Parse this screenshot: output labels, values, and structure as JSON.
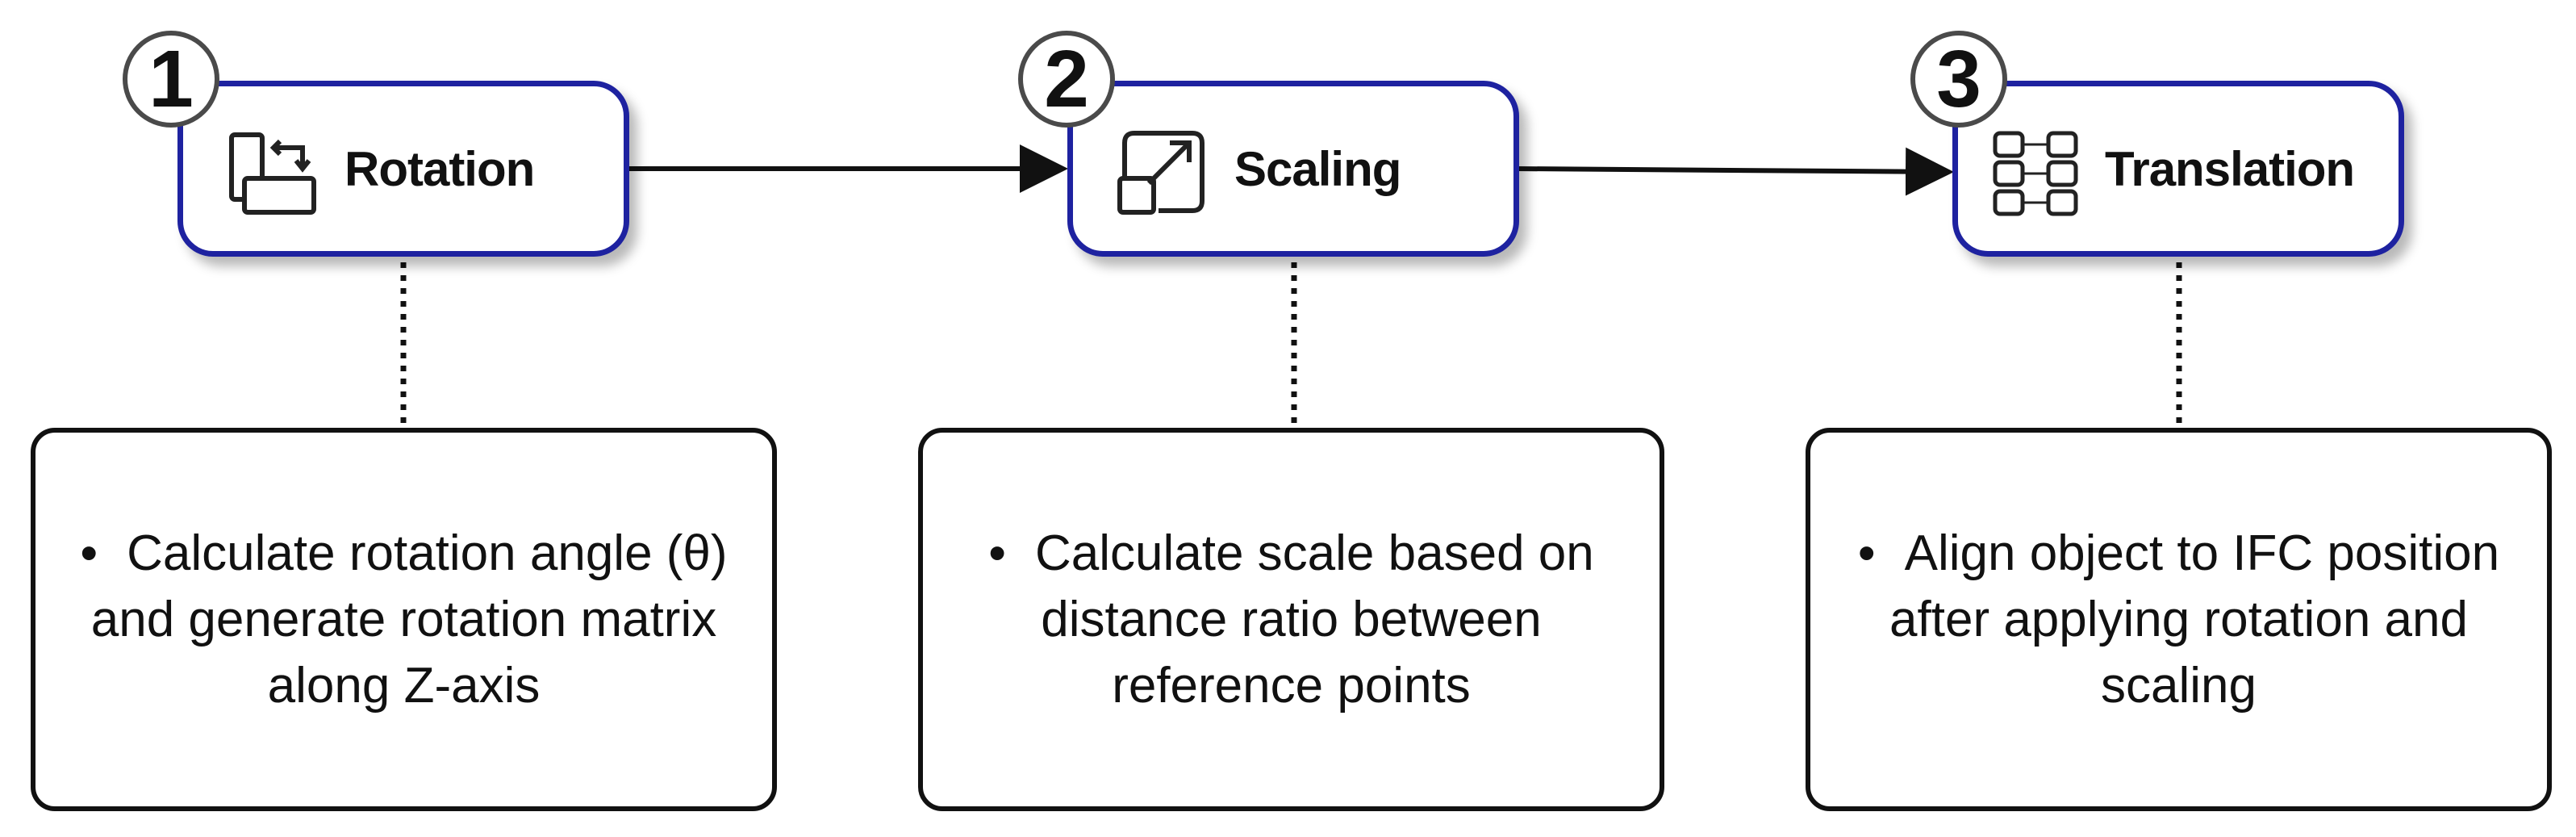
{
  "steps": [
    {
      "number": "1",
      "label": "Rotation",
      "icon": "rotate-icon",
      "description": "Calculate rotation angle (θ) and generate rotation matrix along Z-axis"
    },
    {
      "number": "2",
      "label": "Scaling",
      "icon": "scale-icon",
      "description": "Calculate scale based on distance ratio between reference points"
    },
    {
      "number": "3",
      "label": "Translation",
      "icon": "translate-icon",
      "description": "Align object to IFC position after applying rotation and scaling"
    }
  ],
  "bullet": "•",
  "colors": {
    "step_border": "#1e22a0",
    "number_border": "#4a4a4a",
    "text": "#111111"
  }
}
